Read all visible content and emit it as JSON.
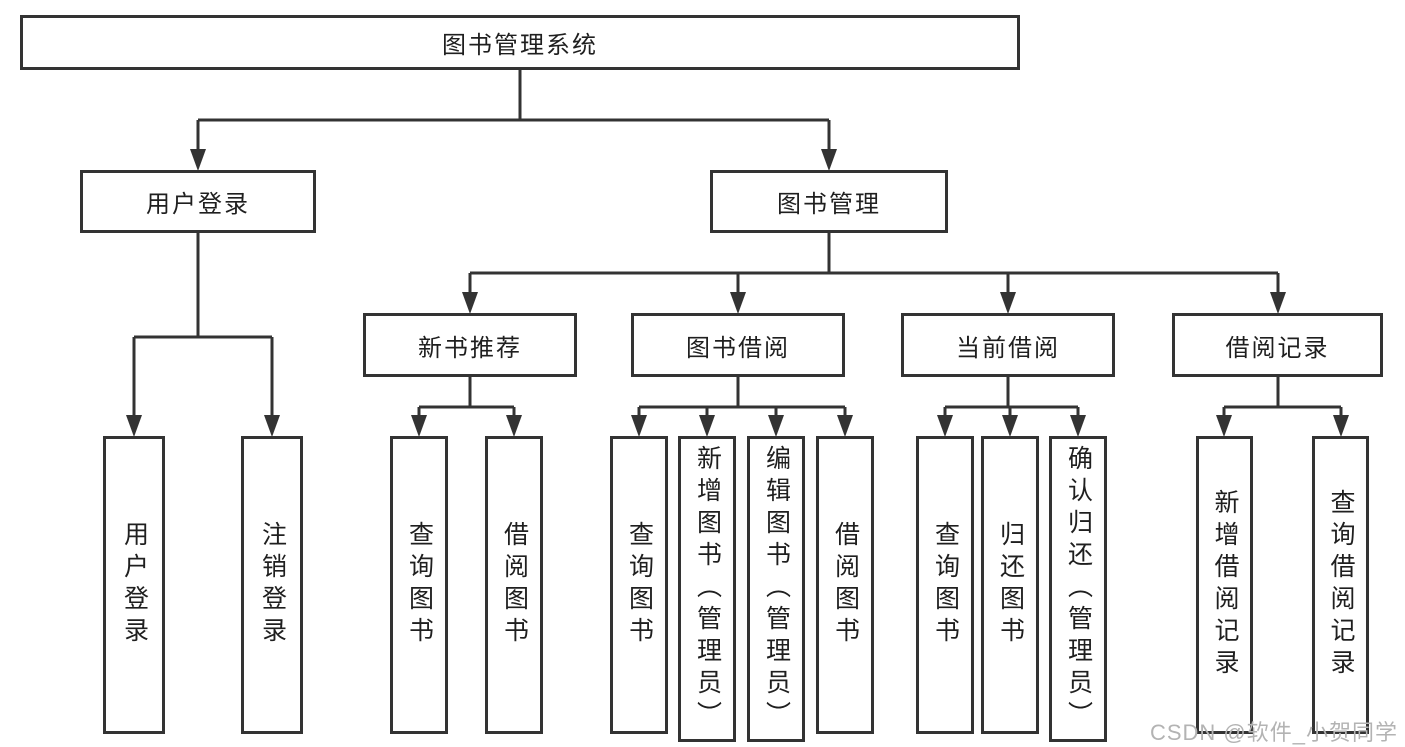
{
  "tree": {
    "root": {
      "label": "图书管理系统"
    },
    "branches": {
      "userLogin": {
        "label": "用户登录",
        "children": {
          "login": {
            "label": "用户登录"
          },
          "logout": {
            "label": "注销登录"
          }
        }
      },
      "bookMgmt": {
        "label": "图书管理",
        "children": {
          "newBookRec": {
            "label": "新书推荐",
            "children": {
              "query": {
                "label": "查询图书"
              },
              "borrow": {
                "label": "借阅图书"
              }
            }
          },
          "bookBorrow": {
            "label": "图书借阅",
            "children": {
              "query": {
                "label": "查询图书"
              },
              "add": {
                "label": "新增图书（管理员）"
              },
              "edit": {
                "label": "编辑图书（管理员）"
              },
              "borrow": {
                "label": "借阅图书"
              }
            }
          },
          "currentBorrow": {
            "label": "当前借阅",
            "children": {
              "query": {
                "label": "查询图书"
              },
              "giveback": {
                "label": "归还图书"
              },
              "confirm": {
                "label": "确认归还（管理员）"
              }
            }
          },
          "borrowRecord": {
            "label": "借阅记录",
            "children": {
              "add": {
                "label": "新增借阅记录"
              },
              "query": {
                "label": "查询借阅记录"
              }
            }
          }
        }
      }
    }
  },
  "watermark": {
    "text": "CSDN @软件_小贺同学"
  },
  "colors": {
    "line": "#333333",
    "box_border": "#333333",
    "text": "#1f1f1f",
    "watermark": "#b3b3b3",
    "background": "#ffffff"
  }
}
